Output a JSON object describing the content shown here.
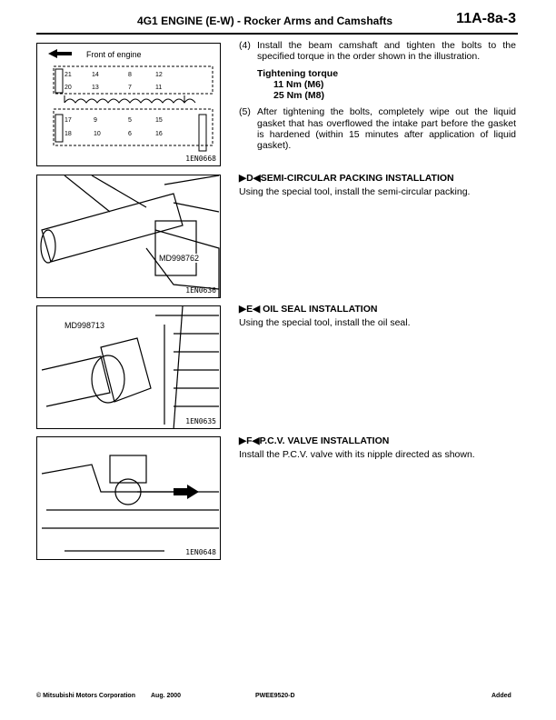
{
  "header": {
    "title": "4G1 ENGINE (E-W) - Rocker Arms and Camshafts",
    "page": "11A-8a-3"
  },
  "figures": [
    {
      "label": "Front of engine",
      "code": "1EN0668"
    },
    {
      "label": "MD998762",
      "code": "1EN0636"
    },
    {
      "label": "MD998713",
      "code": "1EN0635"
    },
    {
      "code": "1EN0648"
    }
  ],
  "steps": [
    {
      "num": "(4)",
      "text": "Install the beam camshaft and tighten the bolts to the specified torque in the order shown in the illustration."
    },
    {
      "num": "(5)",
      "text": "After tightening the bolts, completely wipe out the liquid gasket that has overflowed the intake part before the gasket is hardened (within 15 minutes after application of liquid gasket)."
    }
  ],
  "torque": {
    "title": "Tightening torque",
    "values": [
      "11 Nm (M6)",
      "25 Nm (M8)"
    ]
  },
  "sections": [
    {
      "marker": "▶D◀",
      "title": "SEMI-CIRCULAR PACKING INSTALLATION",
      "text": "Using the special tool, install the semi-circular packing."
    },
    {
      "marker": "▶E◀",
      "title": "OIL SEAL INSTALLATION",
      "text": "Using the special tool, install the oil seal."
    },
    {
      "marker": "▶F◀",
      "title": "P.C.V. VALVE INSTALLATION",
      "text": "Install the P.C.V. valve with its nipple directed as shown."
    }
  ],
  "footer": {
    "copyright": "© Mitsubishi Motors Corporation",
    "date": "Aug. 2000",
    "doc": "PWEE9520-D",
    "status": "Added"
  }
}
